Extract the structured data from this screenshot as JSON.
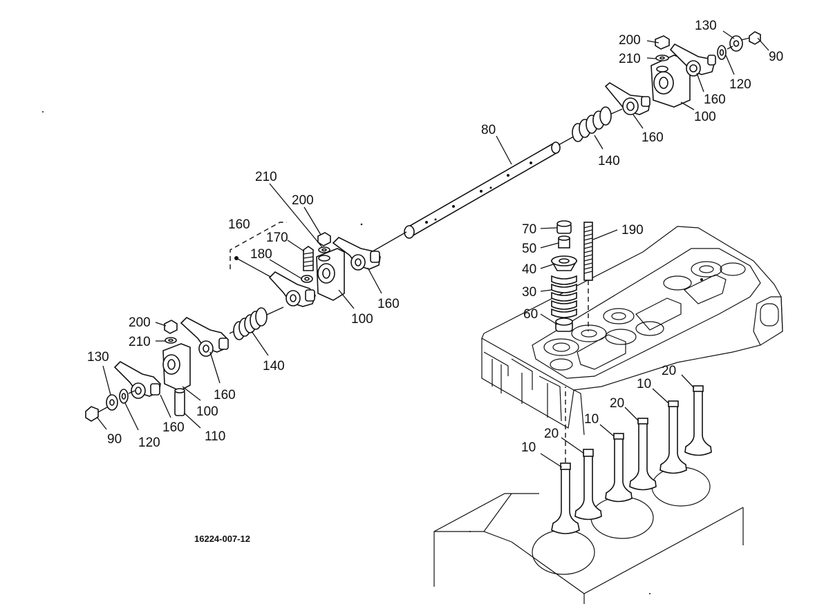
{
  "drawing_code": "16224-007-12",
  "callouts": {
    "c_200_tr": "200",
    "c_210_tr": "210",
    "c_130_tr": "130",
    "c_90_tr": "90",
    "c_120_tr": "120",
    "c_160_tr1": "160",
    "c_100_tr": "100",
    "c_160_tr2": "160",
    "c_80": "80",
    "c_140_mid": "140",
    "c_210_m": "210",
    "c_200_m": "200",
    "c_160_m_grp": "160",
    "c_170": "170",
    "c_180": "180",
    "c_160_m": "160",
    "c_100_m": "100",
    "c_70": "70",
    "c_50": "50",
    "c_40": "40",
    "c_30": "30",
    "c_60": "60",
    "c_190": "190",
    "c_200_l": "200",
    "c_210_l": "210",
    "c_130_l": "130",
    "c_140_l": "140",
    "c_160_l1": "160",
    "c_100_l": "100",
    "c_160_l2": "160",
    "c_110": "110",
    "c_90_l": "90",
    "c_120_l": "120",
    "c_20_a": "20",
    "c_10_a": "10",
    "c_20_b": "20",
    "c_10_b": "10",
    "c_20_c": "20",
    "c_10_c": "10"
  }
}
